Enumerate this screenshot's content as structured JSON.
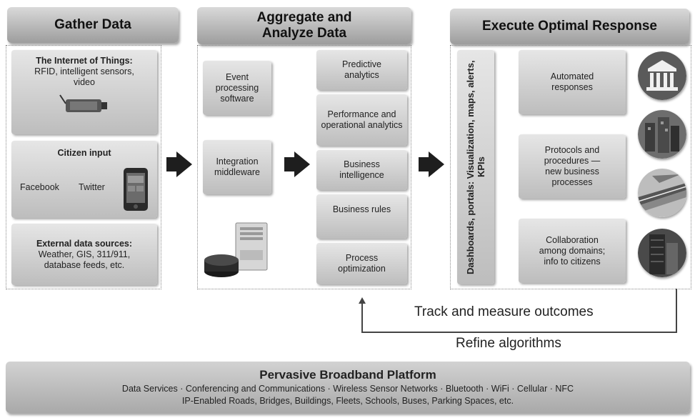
{
  "gather": {
    "header": "Gather Data",
    "iot_title": "The Internet of Things:",
    "iot_sub": "RFID, intelligent sensors, video",
    "citizen_title": "Citizen input",
    "facebook": "Facebook",
    "twitter": "Twitter",
    "external_title": "External data sources:",
    "external_sub": "Weather, GIS, 311/911, database feeds, etc."
  },
  "aggregate": {
    "header": "Aggregate and Analyze Data",
    "event": "Event processing software",
    "integration": "Integration middleware",
    "predictive": "Predictive analytics",
    "performance": "Performance and operational analytics",
    "bi": "Business intelligence",
    "rules": "Business rules",
    "process": "Process optimization"
  },
  "execute": {
    "header": "Execute Optimal Response",
    "dashboards": "Dashboards, portals: Visualization, maps, alerts, KPIs",
    "automated": "Automated responses",
    "protocols": "Protocols and procedures — new business processes",
    "collaboration": "Collaboration among domains; info to citizens"
  },
  "feedback": {
    "track": "Track and measure outcomes",
    "refine": "Refine algorithms"
  },
  "platform": {
    "title": "Pervasive Broadband Platform",
    "line1": "Data Services · Conferencing and Communications · Wireless Sensor Networks · Bluetooth · WiFi · Cellular · NFC",
    "line2": "IP-Enabled Roads, Bridges, Buildings, Fleets, Schools, Buses, Parking Spaces, etc."
  },
  "colors": {
    "box_top": "#e6e6e6",
    "box_bottom": "#bdbdbd",
    "arrow": "#1e1e1e"
  },
  "icons": [
    "sensor-device-icon",
    "smartphone-icon",
    "server-tower-icon",
    "database-disk-icon",
    "government-building-icon",
    "city-street-icon",
    "highway-icon",
    "office-building-icon"
  ]
}
